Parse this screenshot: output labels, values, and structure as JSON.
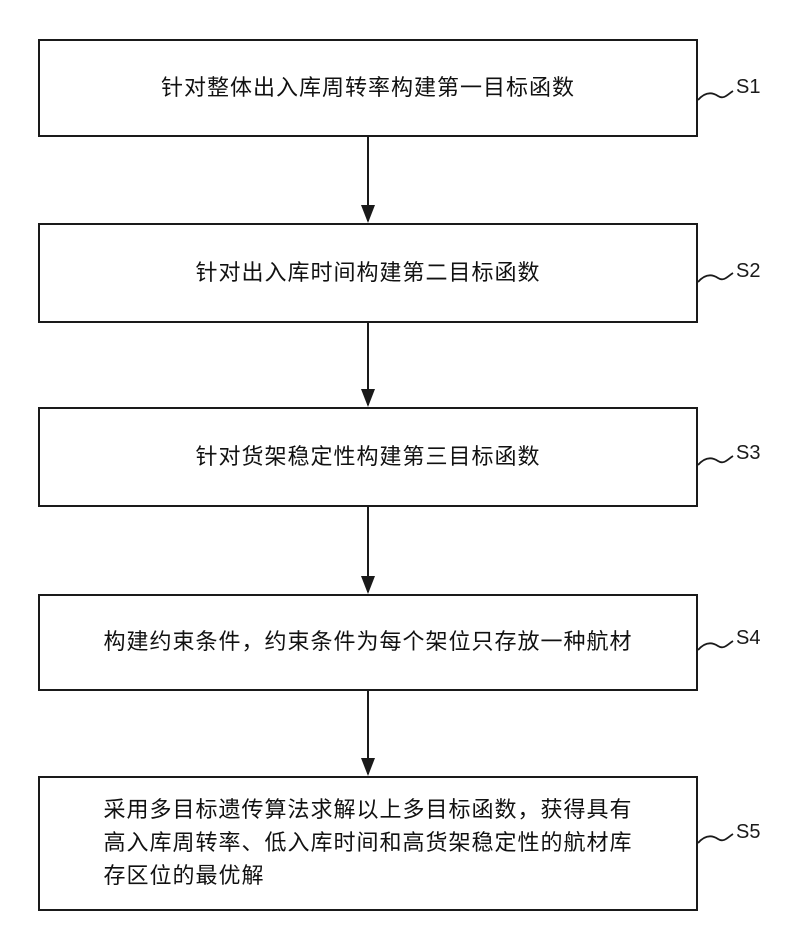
{
  "steps": [
    {
      "text": "针对整体出入库周转率构建第一目标函数",
      "tag": "S1"
    },
    {
      "text": "针对出入库时间构建第二目标函数",
      "tag": "S2"
    },
    {
      "text": "针对货架稳定性构建第三目标函数",
      "tag": "S3"
    },
    {
      "text": "构建约束条件，约束条件为每个架位只存放一种航材",
      "tag": "S4"
    },
    {
      "lines": [
        "采用多目标遗传算法求解以上多目标函数，获得具有",
        "高入库周转率、低入库时间和高货架稳定性的航材库",
        "存区位的最优解"
      ],
      "tag": "S5"
    }
  ]
}
